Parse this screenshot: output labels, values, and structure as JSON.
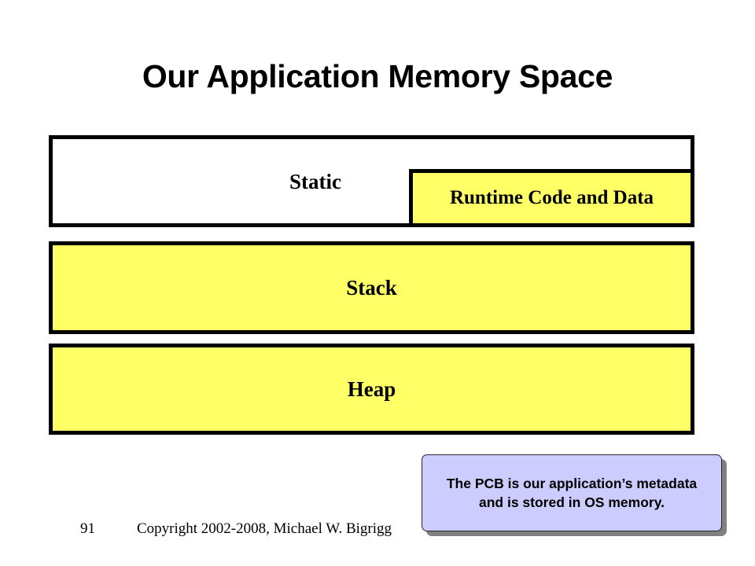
{
  "slide": {
    "title": "Our Application Memory Space",
    "background_color": "#FFFFFF"
  },
  "diagram": {
    "type": "memory-layout",
    "accent_fill": "#FFFF66",
    "outline_color": "#000000",
    "blocks": [
      {
        "id": "static",
        "label": "Static",
        "fill": "#FFFFFF",
        "has_sub_block": true
      },
      {
        "id": "runtime",
        "label": "Runtime Code and Data",
        "fill": "#FFFF66",
        "has_sub_block": false
      },
      {
        "id": "stack",
        "label": "Stack",
        "fill": "#FFFF66",
        "has_sub_block": false
      },
      {
        "id": "heap",
        "label": "Heap",
        "fill": "#FFFF66",
        "has_sub_block": false
      }
    ]
  },
  "callout": {
    "text": "The PCB is our application’s metadata and is stored in OS memory.",
    "fill_color": "#CCCCFF",
    "border_color": "#262626",
    "shadow_color": "#808080"
  },
  "footer": {
    "slide_number": "91",
    "copyright": "Copyright 2002-2008, Michael W. Bigrigg"
  }
}
